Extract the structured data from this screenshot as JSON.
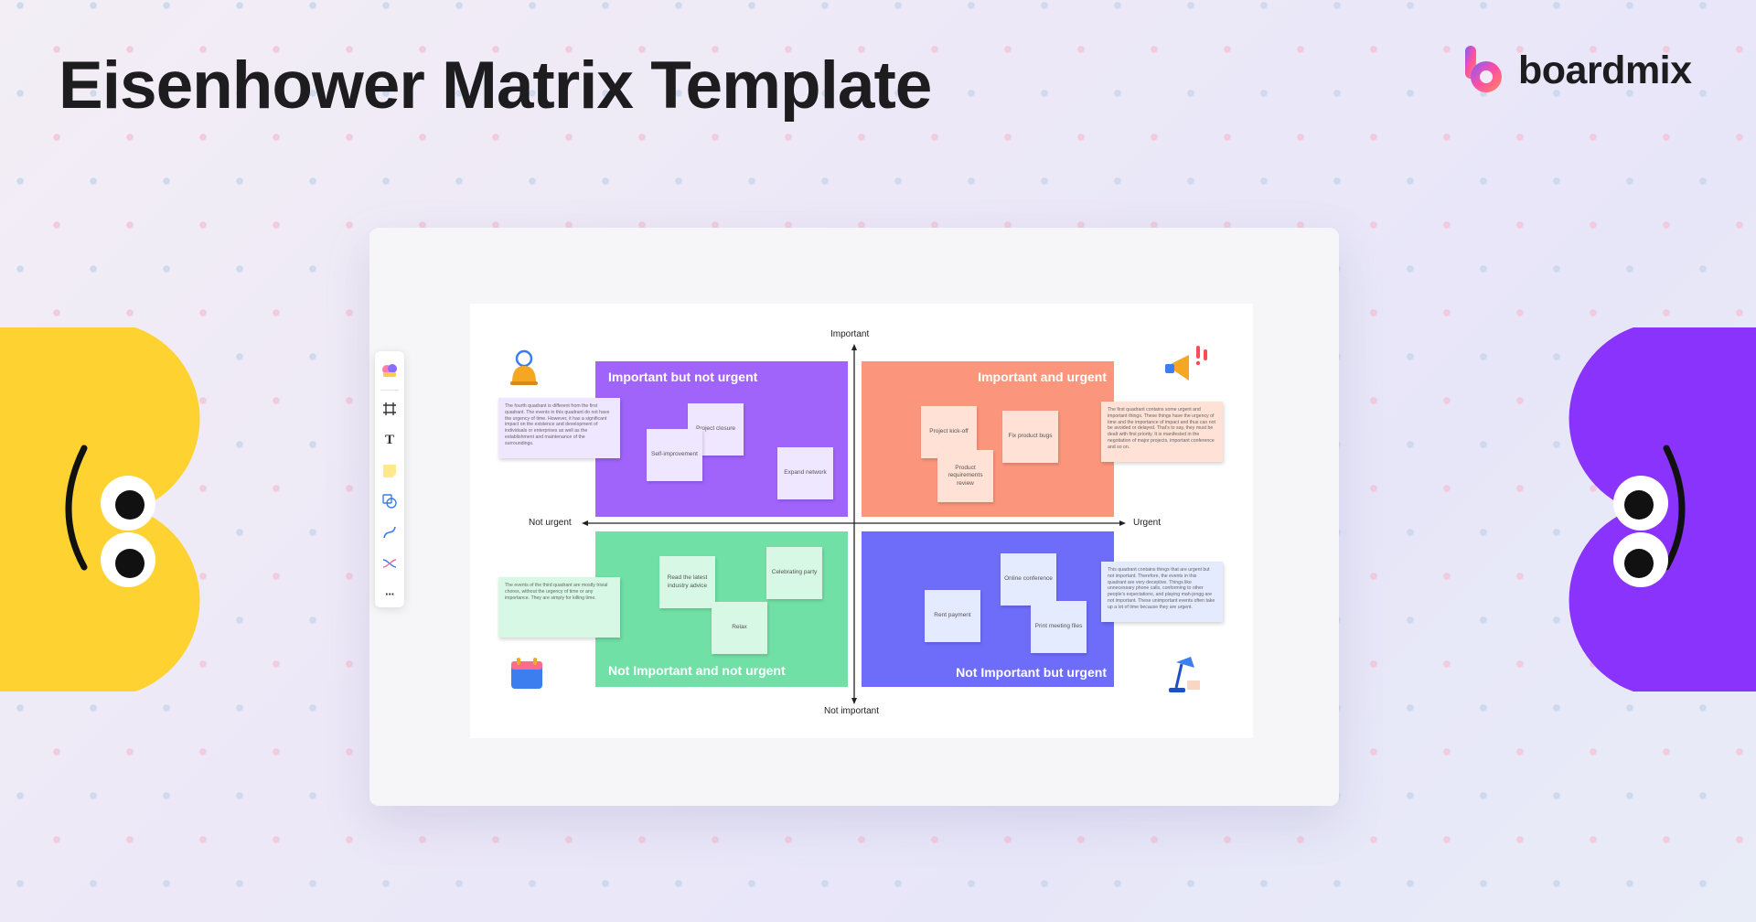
{
  "page": {
    "title": "Eisenhower Matrix Template",
    "brand": "boardmix"
  },
  "colors": {
    "important_not_urgent": "#a064fb",
    "important_urgent": "#fb957c",
    "not_important_not_urgent": "#70e0a6",
    "not_important_urgent": "#6d6dfa",
    "mascot_yellow": "#fed231",
    "mascot_purple": "#8a33fd"
  },
  "toolbar": {
    "tools": [
      "templates-icon",
      "frame-icon",
      "text-icon",
      "sticky-note-icon",
      "shape-icon",
      "pen-icon",
      "connector-icon",
      "more-icon"
    ],
    "text_tool_glyph": "T",
    "more_glyph": "···"
  },
  "axes": {
    "top": "Important",
    "bottom": "Not important",
    "left": "Not urgent",
    "right": "Urgent"
  },
  "quadrants": {
    "important_not_urgent": {
      "title": "Important but not urgent",
      "stickies": [
        "Project closure",
        "Self-improvement",
        "Expand network"
      ],
      "description": "The fourth quadrant is different from the first quadrant. The events in this quadrant do not have the urgency of time. However, it has a significant impact on the existence and development of individuals or enterprises as well as the establishment and maintenance of the surroundings."
    },
    "important_urgent": {
      "title": "Important and urgent",
      "stickies": [
        "Project kick-off",
        "Fix product bugs",
        "Product requirements review"
      ],
      "description": "The first quadrant contains some urgent and important things. These things have the urgency of time and the importance of impact and thus can not be avoided or delayed. That's to say, they must be dealt with first priority. It is manifested in the negotiation of major projects, important conference and so on."
    },
    "not_important_not_urgent": {
      "title": "Not Important and not urgent",
      "stickies": [
        "Read the latest industry advice",
        "Celebrating party",
        "Relax"
      ],
      "description": "The events of the third quadrant are mostly trivial chores, without the urgency of time or any importance. They are simply for killing time."
    },
    "not_important_urgent": {
      "title": "Not Important but urgent",
      "stickies": [
        "Online conference",
        "Rent payment",
        "Print meeting files"
      ],
      "description": "This quadrant contains things that are urgent but not important. Therefore, the events in this quadrant are very deceptive. Things like unnecessary phone calls, conforming to other people's expectations, and playing mah-jongg are not important. These unimportant events often take up a lot of time because they are urgent."
    }
  },
  "decorations": [
    "bell-icon",
    "megaphone-icon",
    "calendar-icon",
    "desk-lamp-icon"
  ]
}
